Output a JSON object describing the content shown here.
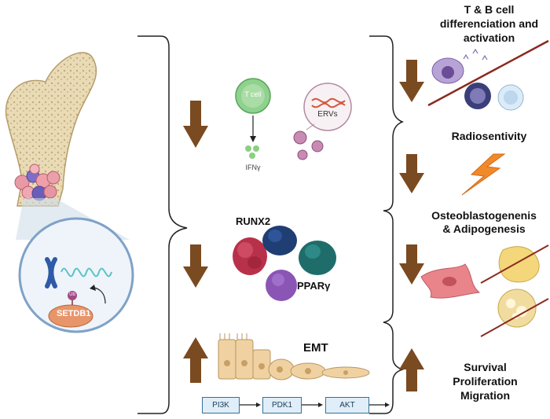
{
  "left_labels": {
    "setdb1": "SETDB1",
    "ub": "Ub"
  },
  "middle_labels": {
    "t_cell": "T cell",
    "ifn": "IFNγ",
    "ervs": "ERVs",
    "runx2": "RUNX2",
    "ppar": "PPARγ",
    "emt": "EMT"
  },
  "pathway": [
    "PI3K",
    "PDK1",
    "AKT"
  ],
  "outcomes": {
    "immune": "T & B cell differenciation and activation",
    "radio": "Radiosentivity",
    "osteo_line1": "Osteoblastogenenis",
    "osteo_line2": "& Adipogenesis",
    "survival_line1": "Survival",
    "survival_line2": "Proliferation",
    "survival_line3": "Migration"
  },
  "colors": {
    "arrow_brown": "#7a4a20",
    "bone": "#e8d9b3",
    "lightning": "#f0892a",
    "pathway_box": "#dfeef8"
  },
  "arrows": {
    "ifn_arrow": "down",
    "runx2_ppar_arrow": "down",
    "emt_arrow": "up",
    "immune_arrow": "down",
    "radio_arrow": "down",
    "osteo_arrow": "down",
    "survival_arrow": "up"
  }
}
